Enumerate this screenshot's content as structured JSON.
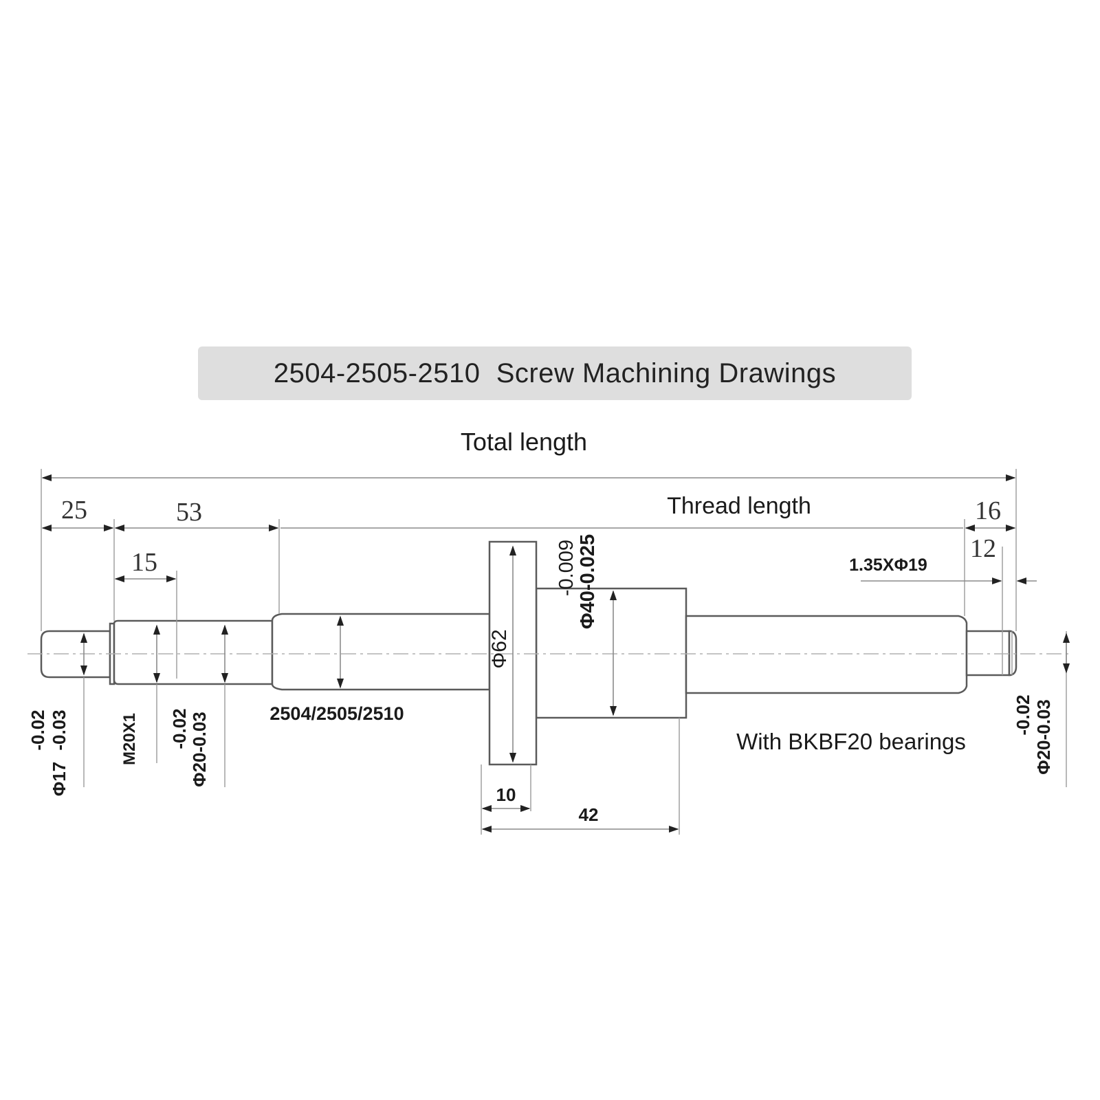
{
  "title": "2504-2505-2510  Screw Machining Drawings",
  "labels": {
    "total_length": "Total length",
    "thread_length": "Thread length",
    "model_codes": "2504/2505/2510",
    "bearings_note": "With BKBF20 bearings",
    "groove_spec": "1.35XΦ19"
  },
  "dimensions": {
    "left_end_length": "25",
    "left_support_length": "53",
    "thread_m20_length": "15",
    "right_end_length": "16",
    "right_end_inner": "12",
    "flange_thickness": "10",
    "nut_length": "42"
  },
  "diameters": {
    "left_tip": {
      "tol_upper": "-0.02",
      "tol_lower": "-0.03",
      "nominal": "Φ17"
    },
    "thread": "M20X1",
    "left_bearing": {
      "tol_upper": "-0.02",
      "nominal": "Φ20-0.03"
    },
    "flange": "Φ62",
    "nut": {
      "tol_upper": "-0.009",
      "nominal": "Φ40-0.025"
    },
    "right_bearing": {
      "tol_upper": "-0.02",
      "nominal": "Φ20-0.03"
    }
  }
}
